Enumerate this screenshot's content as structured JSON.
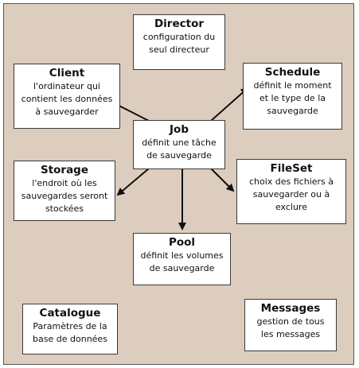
{
  "diagram": {
    "boxes": {
      "director": {
        "title": "Director",
        "lines": [
          "configuration du",
          "seul directeur"
        ]
      },
      "client": {
        "title": "Client",
        "lines": [
          "l'ordinateur qui",
          "contient les données",
          "à sauvegarder"
        ]
      },
      "schedule": {
        "title": "Schedule",
        "lines": [
          "définit le moment",
          "et le type de la",
          "sauvegarde"
        ]
      },
      "job": {
        "title": "Job",
        "lines": [
          "définit une tâche",
          "de sauvegarde"
        ]
      },
      "storage": {
        "title": "Storage",
        "lines": [
          "l'endroit où les",
          "sauvegardes seront",
          "stockées"
        ]
      },
      "fileset": {
        "title": "FileSet",
        "lines": [
          "choix des fichiers à",
          "sauvegarder ou à",
          "exclure"
        ]
      },
      "pool": {
        "title": "Pool",
        "lines": [
          "définit les volumes",
          "de sauvegarde"
        ]
      },
      "catalogue": {
        "title": "Catalogue",
        "lines": [
          "Paramètres de la",
          "base de données"
        ]
      },
      "messages": {
        "title": "Messages",
        "lines": [
          "gestion de tous",
          "les messages"
        ]
      }
    },
    "arrows": [
      {
        "from": "job",
        "to": "client"
      },
      {
        "from": "job",
        "to": "schedule"
      },
      {
        "from": "job",
        "to": "storage"
      },
      {
        "from": "job",
        "to": "fileset"
      },
      {
        "from": "job",
        "to": "pool"
      }
    ],
    "colors": {
      "background": "#dccdbe",
      "box_fill": "#ffffff",
      "box_border": "#3a3a3a",
      "arrow": "#111111"
    }
  }
}
